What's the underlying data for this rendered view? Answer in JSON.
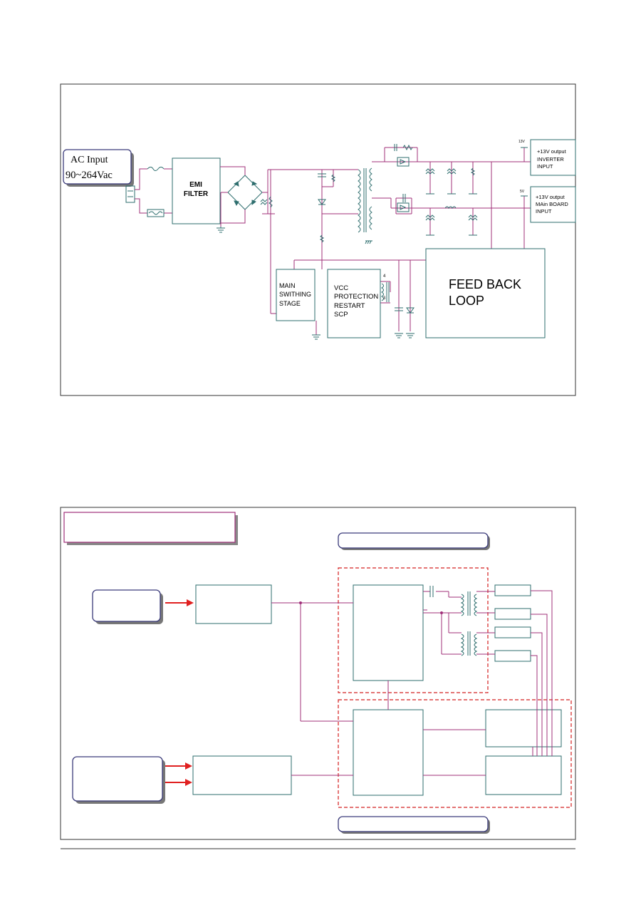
{
  "schematic": {
    "ac_input": {
      "line1": "AC  Input",
      "line2": "90~264Vac"
    },
    "emi_filter": {
      "line1": "EMI",
      "line2": "FILTER"
    },
    "main_switching": {
      "line1": "MAIN",
      "line2": "SWITHING",
      "line3": "STAGE"
    },
    "vcc_block": {
      "line1": "VCC",
      "line2": "PROTECTION",
      "line3": "RESTART",
      "line4": "SCP"
    },
    "pin_labels": {
      "pin4": "4",
      "pin3": "3"
    },
    "feedback": {
      "line1": "FEED BACK",
      "line2": "LOOP"
    },
    "rail_13v": "13V",
    "rail_5v": "5V",
    "out1": {
      "line1": "+13V output",
      "line2": "INVERTER",
      "line3": "INPUT"
    },
    "out2": {
      "line1": "+13V output",
      "line2": "MAin BOARD",
      "line3": "INPUT"
    }
  },
  "colors": {
    "wire": "#a0307a",
    "block": "#2e6e6e",
    "dashed": "#d42020",
    "arrow": "#e02020",
    "callout_border": "#3a3a7a"
  }
}
